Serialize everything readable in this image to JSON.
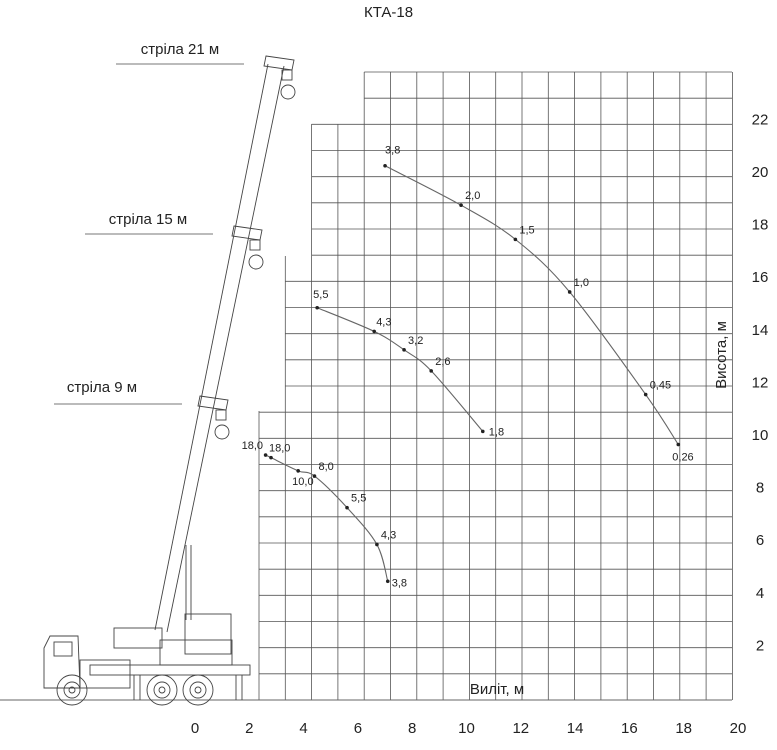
{
  "title": "КТА-18",
  "booms": [
    {
      "label": "стріла 21 м"
    },
    {
      "label": "стріла 15 м"
    },
    {
      "label": "стріла 9 м"
    }
  ],
  "axes": {
    "x_label": "Виліт, м",
    "y_label": "Висота, м",
    "x_ticks": [
      "0",
      "2",
      "4",
      "6",
      "8",
      "10",
      "12",
      "14",
      "16",
      "18",
      "20"
    ],
    "y_ticks": [
      "2",
      "4",
      "6",
      "8",
      "10",
      "12",
      "14",
      "16",
      "18",
      "20",
      "22"
    ]
  },
  "colors": {
    "grid": "#555555",
    "curve": "#666666",
    "text": "#222222"
  },
  "chart_data": {
    "type": "line",
    "title": "КТА-18",
    "xlabel": "Виліт, м",
    "ylabel": "Висота, м",
    "xlim": [
      0,
      20
    ],
    "ylim": [
      0,
      24
    ],
    "grid": true,
    "annotation_meaning": "point labels = lifting capacity, t",
    "series": [
      {
        "name": "стріла 21 м",
        "points": [
          {
            "x": 7.0,
            "y": 20.2,
            "label": "3,8"
          },
          {
            "x": 9.8,
            "y": 18.7,
            "label": "2,0"
          },
          {
            "x": 11.8,
            "y": 17.4,
            "label": "1,5"
          },
          {
            "x": 13.8,
            "y": 15.4,
            "label": "1,0"
          },
          {
            "x": 16.6,
            "y": 11.5,
            "label": "0,45"
          },
          {
            "x": 17.8,
            "y": 9.6,
            "label": "0,26"
          }
        ]
      },
      {
        "name": "стріла 15 м",
        "points": [
          {
            "x": 4.5,
            "y": 14.8,
            "label": "5,5"
          },
          {
            "x": 6.6,
            "y": 13.9,
            "label": "4,3"
          },
          {
            "x": 7.7,
            "y": 13.2,
            "label": "3,2"
          },
          {
            "x": 8.7,
            "y": 12.4,
            "label": "2,6"
          },
          {
            "x": 10.6,
            "y": 10.1,
            "label": "1,8"
          }
        ]
      },
      {
        "name": "стріла 9 м",
        "points": [
          {
            "x": 2.6,
            "y": 9.2,
            "label": "18,0"
          },
          {
            "x": 2.8,
            "y": 9.1,
            "label": "18,0"
          },
          {
            "x": 3.8,
            "y": 8.6,
            "label": "10,0"
          },
          {
            "x": 4.4,
            "y": 8.4,
            "label": "8,0"
          },
          {
            "x": 5.6,
            "y": 7.2,
            "label": "5,5"
          },
          {
            "x": 6.7,
            "y": 5.8,
            "label": "4,3"
          },
          {
            "x": 7.1,
            "y": 4.4,
            "label": "3,8"
          }
        ]
      }
    ]
  }
}
